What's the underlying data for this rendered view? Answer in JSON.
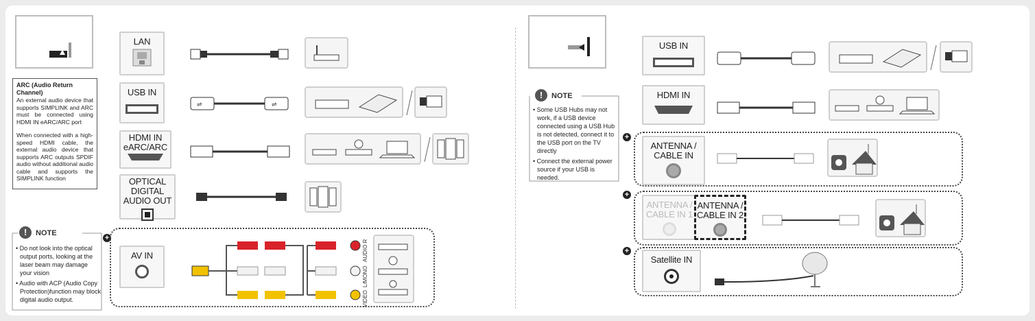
{
  "left": {
    "arc_box": {
      "title": "ARC (Audio Return Channel)",
      "para1": "An external audio device that supports SIMPLINK  and ARC must  be  connected using HDMI IN eARC/ARC port",
      "para2": "When  connected  with a high-speed  HDMI cable, the external  audio device that supports  ARC outputs SPDIF audio without additional audio cable  and  supports  the SIMPLINK function"
    },
    "ports": {
      "lan": "LAN",
      "usb": "USB IN",
      "hdmi": "HDMI IN\neARC/ARC",
      "optical": "OPTICAL DIGITAL\nAUDIO OUT",
      "av": "AV IN"
    },
    "av_labels": {
      "audio_r": "AUDIO R",
      "l_mono": "L/MONO",
      "video": "VIDEO"
    },
    "note": {
      "title": "NOTE",
      "items": [
        "Do not look into the optical output ports, looking at the laser beam may damage your vision",
        "Audio with ACP (Audio Copy Protection)function may block digital audio output."
      ]
    }
  },
  "right": {
    "ports": {
      "usb": "USB IN",
      "hdmi": "HDMI IN",
      "antenna": "ANTENNA /\nCABLE IN",
      "antenna1": "ANTENNA /\nCABLE IN 1",
      "antenna2": "ANTENNA /\nCABLE IN 2",
      "satellite": "Satellite IN"
    },
    "note": {
      "title": "NOTE",
      "items": [
        "Some USB Hubs may not work, if a USB device connected using a USB Hub is not detected, connect it to the USB port on the TV directly",
        "Connect the external power source if your USB is needed."
      ]
    }
  },
  "colors": {
    "red": "#d9232a",
    "white": "#f2f2f2",
    "yellow": "#f2c200",
    "grey": "#cfcfcf",
    "dark": "#222222"
  }
}
